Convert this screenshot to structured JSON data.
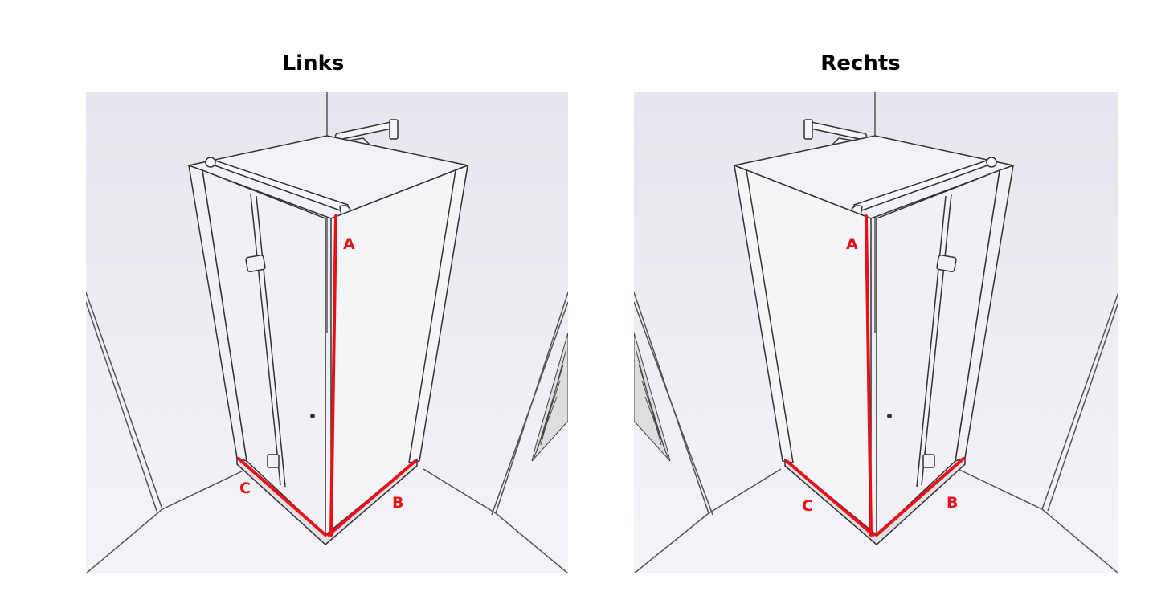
{
  "panels": {
    "left": {
      "title": "Links"
    },
    "right": {
      "title": "Rechts"
    }
  },
  "dimensions": {
    "a": "A",
    "b": "B",
    "c": "C"
  },
  "colors": {
    "dimension_line": "#e8101a",
    "background": "#ececf2",
    "line": "#333333"
  }
}
